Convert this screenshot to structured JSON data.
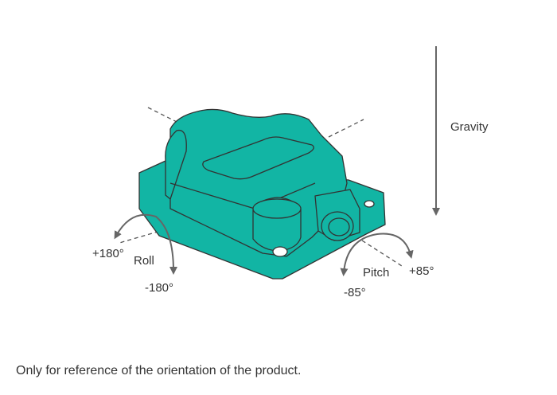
{
  "labels": {
    "gravity": "Gravity",
    "roll": "Roll",
    "roll_plus": "+180°",
    "roll_minus": "-180°",
    "pitch": "Pitch",
    "pitch_plus": "+85°",
    "pitch_minus": "-85°"
  },
  "caption": "Only for reference of the orientation of the product.",
  "colors": {
    "device": "#12b5a4",
    "outline": "#333333",
    "arrow": "#666666"
  }
}
